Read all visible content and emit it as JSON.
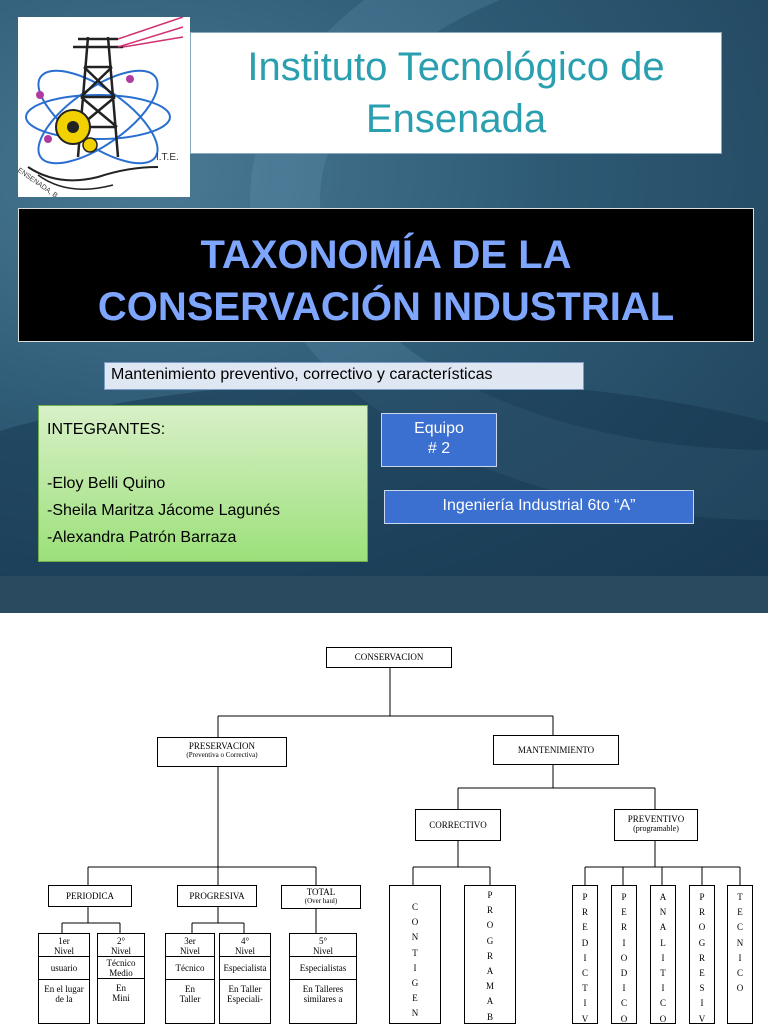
{
  "slide": {
    "title": "Instituto Tecnológico de Ensenada",
    "logo_text": "I.T.E.",
    "logo_arc_text": "ENSENADA, B. C.",
    "main_heading_line1": "TAXONOMÍA DE LA",
    "main_heading_line2": "CONSERVACIÓN INDUSTRIAL",
    "subtitle": "Mantenimiento preventivo, correctivo y características",
    "members_title": "INTEGRANTES:",
    "members": [
      "-Eloy Belli Quino",
      "-Sheila Maritza Jácome Lagunés",
      "-Alexandra Patrón Barraza"
    ],
    "team_label_line1": "Equipo",
    "team_label_line2": "# 2",
    "career": "Ingeniería Industrial 6to “A”",
    "colors": {
      "title": "#2a9fb0",
      "heading": "#7fa6ff",
      "box_blue": "#3b6fd0",
      "box_green": "#9ce07a"
    }
  },
  "diagram": {
    "root": "CONSERVACION",
    "preservacion": {
      "label": "PRESERVACION",
      "sub": "(Preventiva o Correctiva)"
    },
    "mantenimiento": "MANTENIMIENTO",
    "correctivo": "CORRECTIVO",
    "preventivo": {
      "label": "PREVENTIVO",
      "sub": "(programable)"
    },
    "periodica": "PERIODICA",
    "progresiva": "PROGRESIVA",
    "total": {
      "label": "TOTAL",
      "sub": "(Over haul)"
    },
    "nivel1": {
      "l1": "1er",
      "l2": "Nivel",
      "role": "usuario",
      "place1": "En el lugar",
      "place2": "de la"
    },
    "nivel2": {
      "l1": "2°",
      "l2": "Nivel",
      "role1": "Técnico",
      "role2": "Medio",
      "place1": "En",
      "place2": "Mini"
    },
    "nivel3": {
      "l1": "3er",
      "l2": "Nivel",
      "role": "Técnico",
      "place1": "En",
      "place2": "Taller"
    },
    "nivel4": {
      "l1": "4°",
      "l2": "Nivel",
      "role": "Especialista",
      "place1": "En Taller",
      "place2": "Especiali-"
    },
    "nivel5": {
      "l1": "5°",
      "l2": "Nivel",
      "role": "Especialistas",
      "place1": "En Talleres",
      "place2": "similares a"
    },
    "vertical_words": {
      "contingencia": "CONTIGEN",
      "programable": "PROGRAMAB",
      "predictivo": "PREDICTIV",
      "periodico": "PERIODICO",
      "analitico": "ANALITICO",
      "progresivo": "PROGRESIV",
      "tecnico": "TECNICO"
    }
  }
}
